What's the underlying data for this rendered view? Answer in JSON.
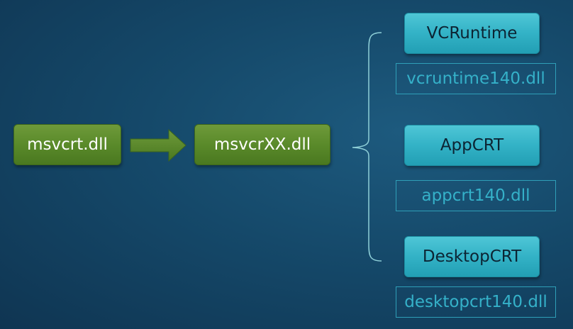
{
  "nodes": {
    "msvcrt": "msvcrt.dll",
    "msvcrxx": "msvcrXX.dll",
    "vcruntime": "VCRuntime",
    "vcruntime_dll": "vcruntime140.dll",
    "appcrt": "AppCRT",
    "appcrt_dll": "appcrt140.dll",
    "desktopcrt": "DesktopCRT",
    "desktopcrt_dll": "desktopcrt140.dll"
  },
  "colors": {
    "green_node": "#5a8a2a",
    "teal_node": "#33b2c6",
    "outline_text": "#35b1c9",
    "arrow": "#5f8f2e",
    "bracket": "#8fd0d8",
    "background": "#15496a"
  }
}
